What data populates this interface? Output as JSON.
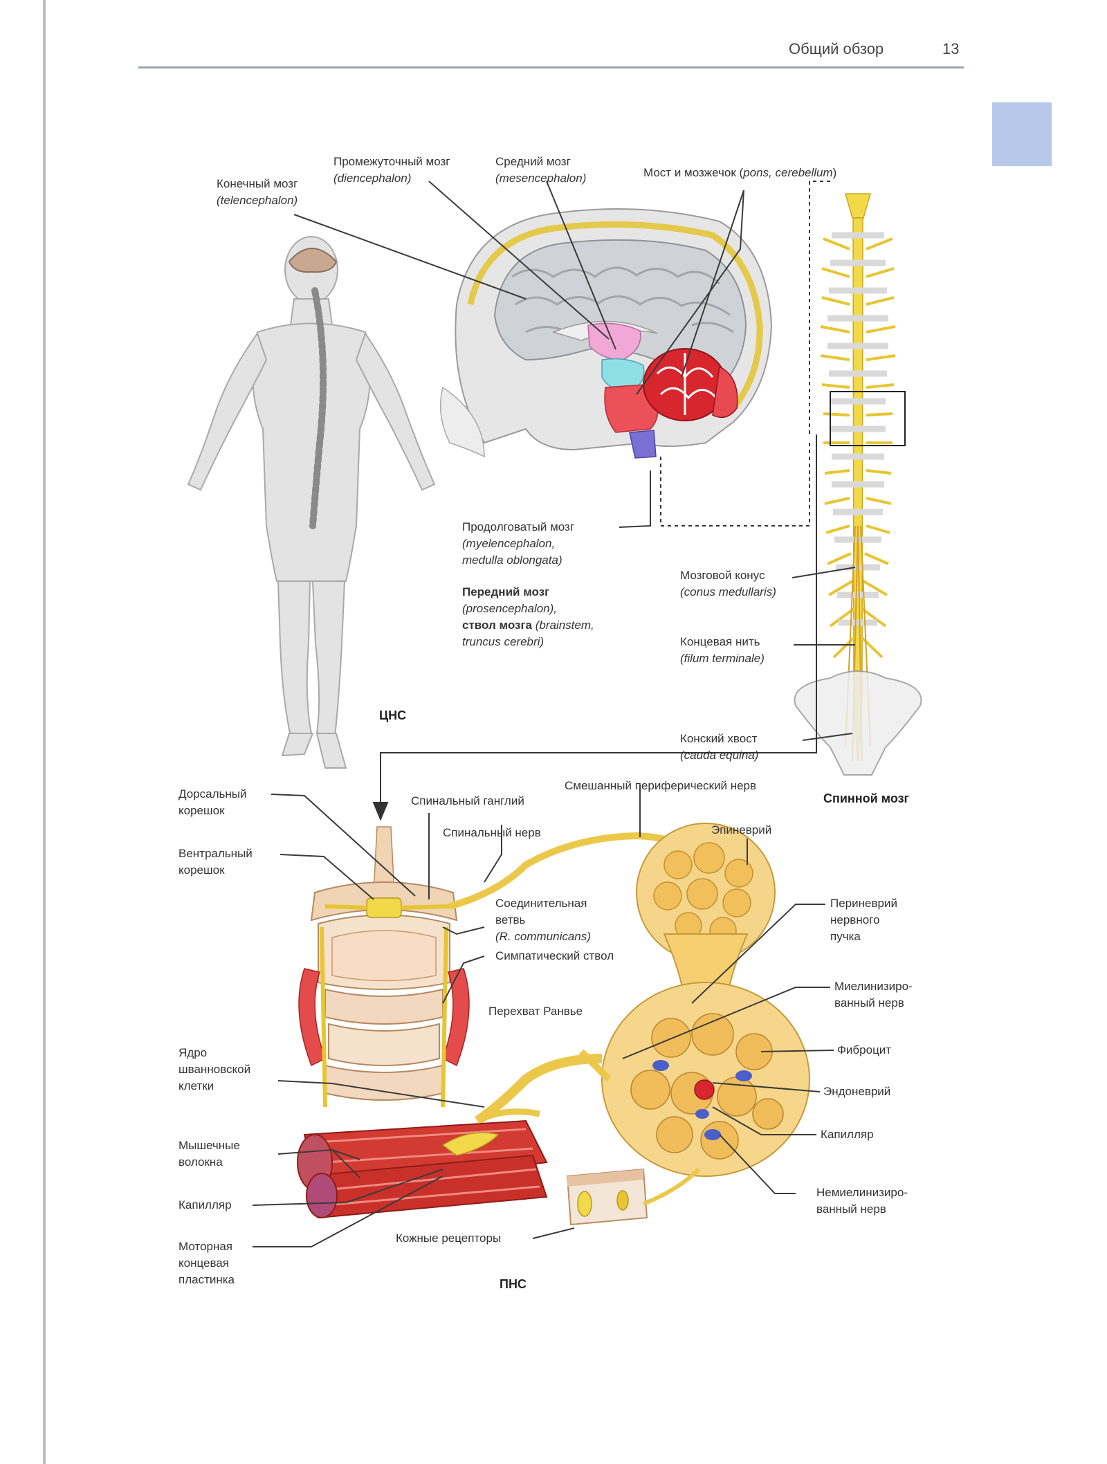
{
  "header": {
    "section_title": "Общий обзор",
    "page_number": "13"
  },
  "colors": {
    "tab": "#b7c9ea",
    "nerve_yellow": "#f2d94a",
    "brain_grey": "#cfd2d6",
    "cerebellum_red": "#d8262e",
    "muscle_red": "#d23a32"
  },
  "sections": {
    "cns": "ЦНС",
    "pns": "ПНС",
    "spinal_cord": "Спинной мозг"
  },
  "labels": {
    "telencephalon": {
      "ru": "Конечный мозг",
      "lat": "(telencephalon)"
    },
    "diencephalon": {
      "ru": "Промежуточный мозг",
      "lat": "(diencephalon)"
    },
    "mesencephalon": {
      "ru": "Средний мозг",
      "lat": "(mesencephalon)"
    },
    "pons": {
      "ru": "Мост и мозжечок (",
      "lat": "pons, cerebellum",
      "end": ")"
    },
    "medulla": {
      "ru": "Продолговатый мозг",
      "lat1": "(myelencephalon,",
      "lat2": "medulla oblongata)"
    },
    "forebrain": {
      "b1": "Передний мозг",
      "l1": "(prosencephalon),",
      "b2": "ствол мозга",
      "l2": " (brainstem,",
      "l3": "truncus cerebri)"
    },
    "conus": {
      "ru": "Мозговой конус",
      "lat": "(conus medullaris)"
    },
    "filum": {
      "ru": "Концевая нить",
      "lat": "(filum terminale)"
    },
    "cauda": {
      "ru": "Конский хвост",
      "lat": "(cauda equina)"
    },
    "dorsal_root": {
      "l1": "Дорсальный",
      "l2": "корешок"
    },
    "ventral_root": {
      "l1": "Вентральный",
      "l2": "корешок"
    },
    "spinal_ganglion": "Спинальный ганглий",
    "spinal_nerve": "Спинальный нерв",
    "mixed_nerve": "Смешанный периферический нерв",
    "epineurium": "Эпиневрий",
    "ramus": {
      "l1": "Соединительная",
      "l2": "ветвь",
      "l3": "(R. communicans)"
    },
    "sympathetic_trunk": "Симпатический ствол",
    "ranvier": "Перехват Ранвье",
    "perineurium": {
      "l1": "Периневрий",
      "l2": "нервного",
      "l3": "пучка"
    },
    "myelinated": {
      "l1": "Миелинизиро-",
      "l2": "ванный нерв"
    },
    "fibrocyte": "Фиброцит",
    "endoneurium": "Эндоневрий",
    "capillary_right": "Капилляр",
    "unmyelinated": {
      "l1": "Немиелинизиро-",
      "l2": "ванный нерв"
    },
    "schwann": {
      "l1": "Ядро",
      "l2": "шванновской",
      "l3": "клетки"
    },
    "muscle_fibers": {
      "l1": "Мышечные",
      "l2": "волокна"
    },
    "capillary_left": "Капилляр",
    "motor_plate": {
      "l1": "Моторная",
      "l2": "концевая",
      "l3": "пластинка"
    },
    "skin_receptors": "Кожные рецепторы"
  }
}
